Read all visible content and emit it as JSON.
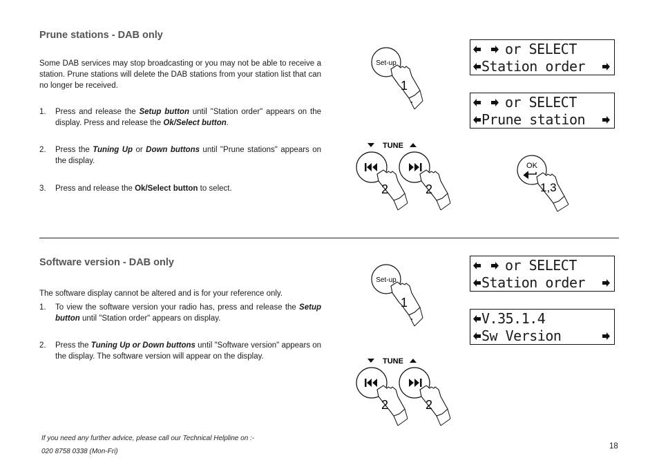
{
  "section1": {
    "heading": "Prune stations - DAB only",
    "intro": "Some DAB services may stop broadcasting or you may not be able to receive  a station. Prune stations will delete the DAB stations from your station list that can no longer be received.",
    "steps": [
      {
        "num": "1.",
        "parts": [
          {
            "t": "Press and release the ",
            "s": ""
          },
          {
            "t": "Setup button",
            "s": "bi"
          },
          {
            "t": " until \"Station order\" appears on the display. Press and release the ",
            "s": ""
          },
          {
            "t": "Ok/Select button",
            "s": "bi"
          },
          {
            "t": ".",
            "s": ""
          }
        ]
      },
      {
        "num": "2.",
        "parts": [
          {
            "t": "Press the ",
            "s": ""
          },
          {
            "t": "Tuning Up",
            "s": "bi"
          },
          {
            "t": " or ",
            "s": ""
          },
          {
            "t": "Down buttons",
            "s": "bi"
          },
          {
            "t": " until \"Prune stations\" appears on the display.",
            "s": ""
          }
        ]
      },
      {
        "num": "3.",
        "parts": [
          {
            "t": "Press and release the ",
            "s": ""
          },
          {
            "t": "Ok/Select button",
            "s": "b"
          },
          {
            "t": " to select.",
            "s": ""
          }
        ]
      }
    ],
    "display1": {
      "line1": "or SELECT",
      "line2": "Station order"
    },
    "display2": {
      "line1": "or SELECT",
      "line2": "Prune station"
    },
    "setup_label": "Set-up",
    "setup_step": "1",
    "tune_label": "TUNE",
    "tune_steps": [
      "2",
      "2"
    ],
    "ok_label": "OK",
    "ok_step": "1,3"
  },
  "section2": {
    "heading": "Software version - DAB only",
    "intro": "The software display cannot be altered and is for your reference only.",
    "steps": [
      {
        "num": "1.",
        "parts": [
          {
            "t": "To view the software version your radio has, press and release the ",
            "s": ""
          },
          {
            "t": "Setup button",
            "s": "bi"
          },
          {
            "t": " until \"Station order\" appears on display.",
            "s": ""
          }
        ]
      },
      {
        "num": "2.",
        "parts": [
          {
            "t": "Press the ",
            "s": ""
          },
          {
            "t": "Tuning Up or Down buttons",
            "s": "bi"
          },
          {
            "t": " until \"Software version\" appears on the display. The software version will appear on the display.",
            "s": ""
          }
        ]
      }
    ],
    "display1": {
      "line1": "or SELECT",
      "line2": "Station order"
    },
    "display2": {
      "line1": "V.35.1.4",
      "line2": "Sw Version"
    },
    "setup_label": "Set-up",
    "setup_step": "1",
    "tune_label": "TUNE",
    "tune_steps": [
      "2",
      "2"
    ]
  },
  "footer": {
    "line1": "If you need any further advice, please call our Technical Helpline on :-",
    "line2": "020 8758 0338 (Mon-Fri)",
    "page_number": "18"
  }
}
